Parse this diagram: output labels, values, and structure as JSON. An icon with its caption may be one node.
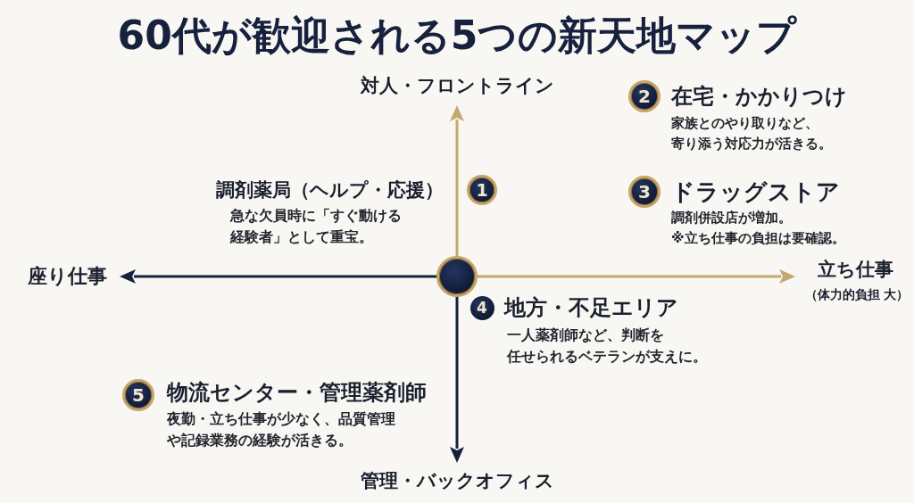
{
  "diagram": {
    "title": "60代が歓迎される5つの新天地マップ",
    "nodes": [
      {
        "text": [
          "1"
        ],
        "beside": [
          "調剤薬局（ヘルプ・応援）",
          "急な欠員時に「すぐ動ける経験者」として重宝。"
        ]
      },
      {
        "text": [
          "2"
        ],
        "beside": [
          "在宅・かかりつけ",
          "家族とのやり取りなど、寄り添う対応力が活きる。"
        ]
      },
      {
        "text": [
          "3"
        ],
        "beside": [
          "ドラッグストア",
          "調剤併設店が増加。※立ち仕事の負担は要確認。"
        ]
      },
      {
        "text": [
          "4"
        ],
        "beside": [
          "地方・不足エリア",
          "一人薬剤師など、判断を任せられるベテランが支えに。"
        ]
      },
      {
        "text": [
          "5"
        ],
        "beside": [
          "物流センター・管理薬剤師",
          "夜勤・立ち仕事が少なく、品質管理や記録業務の経験が活きる。"
        ]
      },
      {
        "text": [],
        "shape": "circle"
      }
    ],
    "labels": [
      "対人・フロントライン",
      "座り仕事",
      "立ち仕事",
      "（体力的負担 大）",
      "管理・バックオフィス"
    ]
  }
}
